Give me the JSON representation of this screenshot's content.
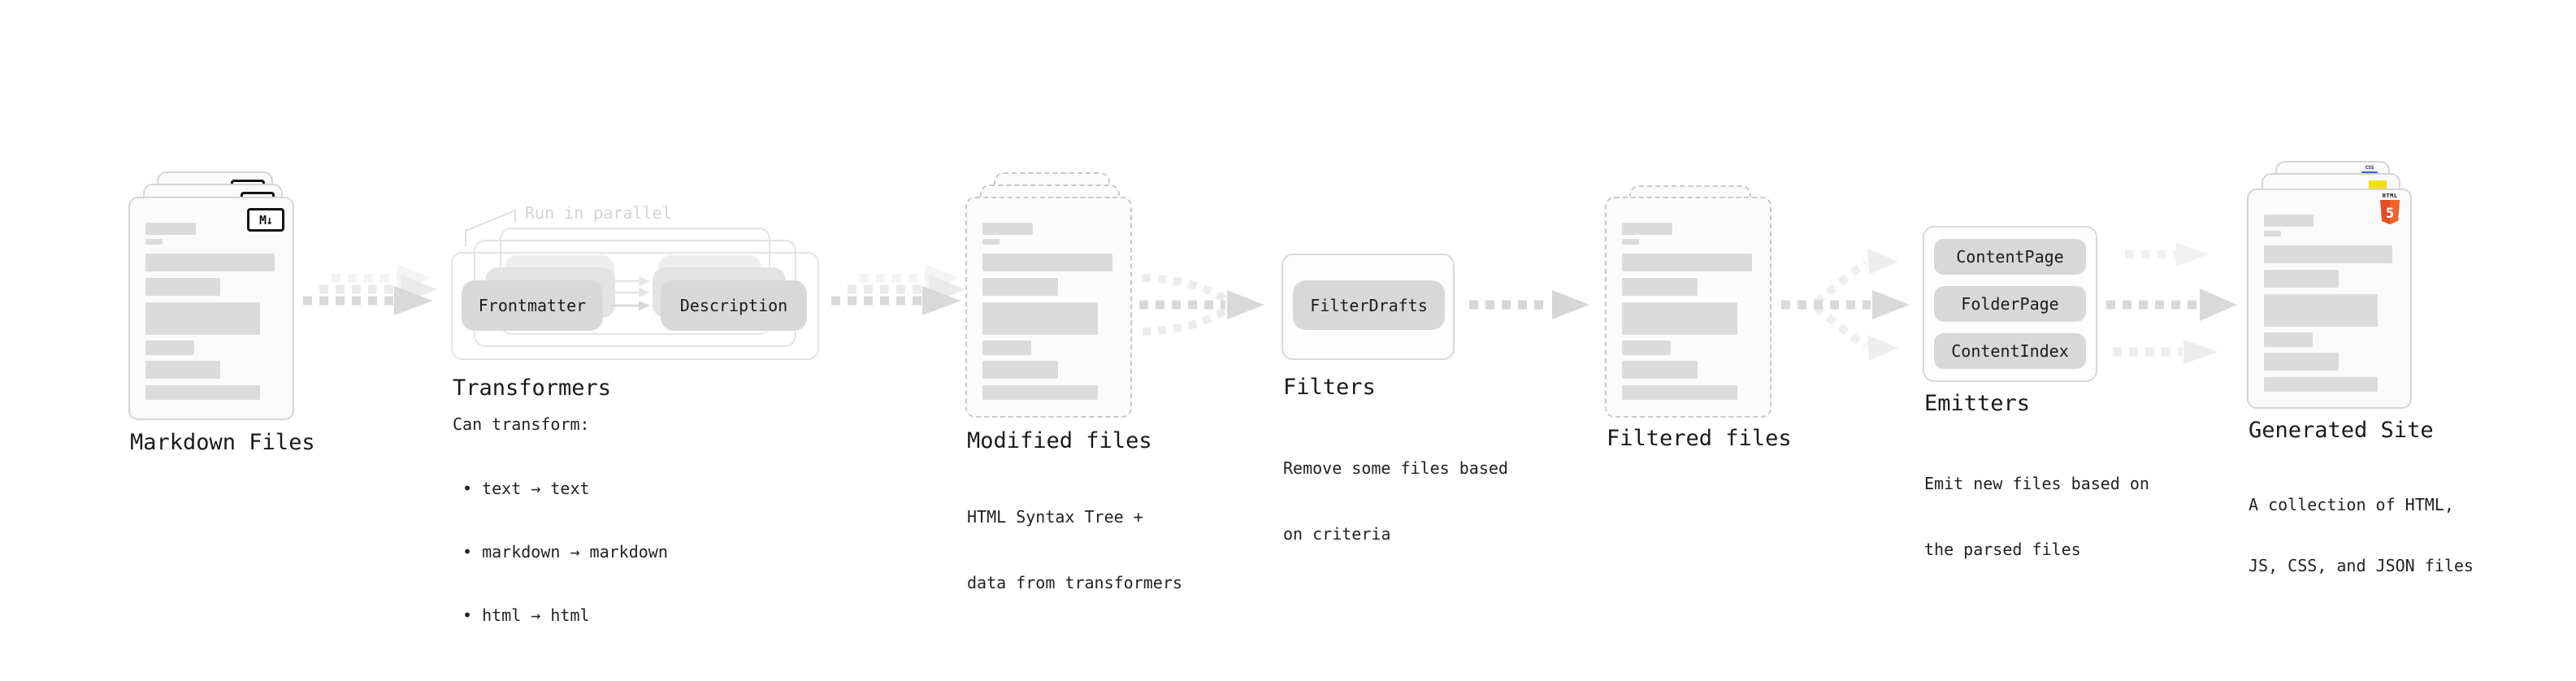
{
  "diagram": {
    "stages": {
      "markdown_files": {
        "label": "Markdown Files",
        "badge": "M↓"
      },
      "transformers": {
        "annotation": "Run in parallel",
        "input_pill": "Frontmatter",
        "output_pill": "Description",
        "title": "Transformers",
        "description_heading": "Can transform:",
        "bullets": [
          "• text → text",
          "• markdown → markdown",
          "• html → html"
        ]
      },
      "modified_files": {
        "label": "Modified files",
        "description": [
          "HTML Syntax Tree +",
          "data from transformers"
        ]
      },
      "filters": {
        "title": "Filters",
        "pill": "FilterDrafts",
        "description": [
          "Remove some files based",
          "on criteria"
        ]
      },
      "filtered_files": {
        "label": "Filtered files"
      },
      "emitters": {
        "title": "Emitters",
        "pills": [
          "ContentPage",
          "FolderPage",
          "ContentIndex"
        ],
        "description": [
          "Emit new files based on",
          "the parsed files"
        ]
      },
      "generated_site": {
        "label": "Generated Site",
        "description": [
          "A collection of HTML,",
          "JS, CSS, and JSON files"
        ],
        "css_badge": "CSS",
        "html_badge_label": "HTML",
        "html_badge_number": "5"
      }
    },
    "colors": {
      "html5_orange": "#e44d26",
      "html5_orange_light": "#f16529",
      "js_yellow": "#f5de19",
      "css_blue": "#2b63e8",
      "arrow_gray": "#d9d9d9",
      "arrow_faint": "#eeeeee"
    }
  }
}
